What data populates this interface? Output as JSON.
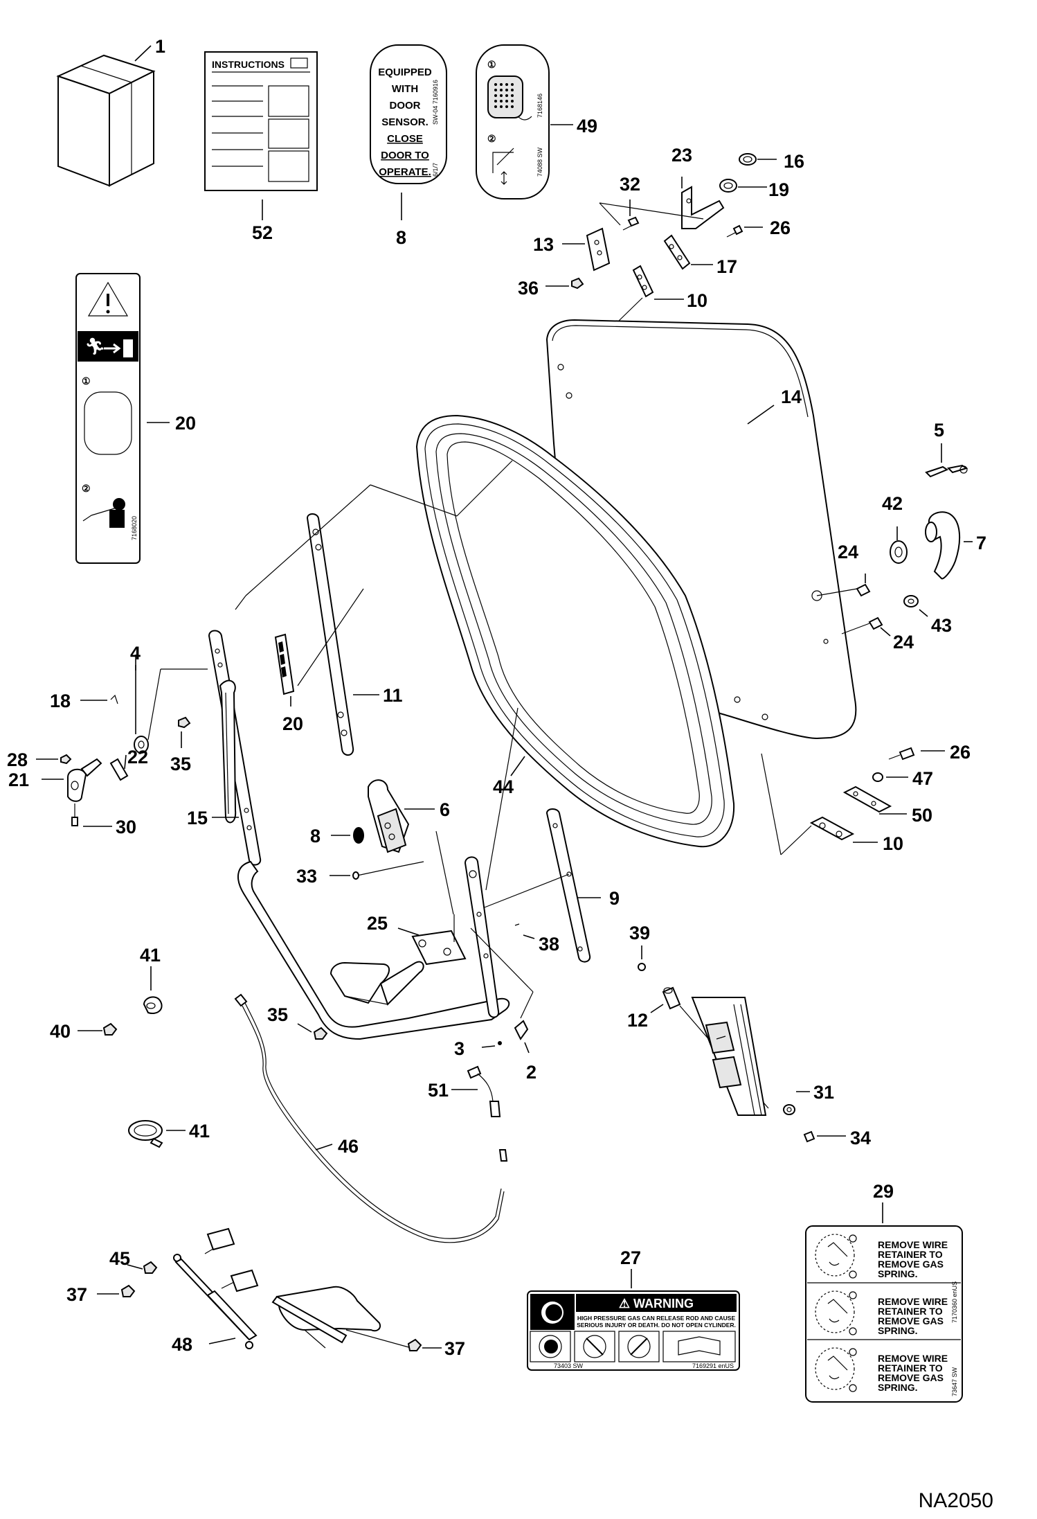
{
  "diagram_id": "NA2050",
  "callouts": {
    "c1": "1",
    "c52": "52",
    "c8a": "8",
    "c49": "49",
    "c23": "23",
    "c16": "16",
    "c19": "19",
    "c32": "32",
    "c26a": "26",
    "c13": "13",
    "c17": "17",
    "c36": "36",
    "c10a": "10",
    "c14": "14",
    "c20a": "20",
    "c5": "5",
    "c42": "42",
    "c7": "7",
    "c24a": "24",
    "c43": "43",
    "c24b": "24",
    "c4": "4",
    "c18": "18",
    "c11": "11",
    "c20b": "20",
    "c28": "28",
    "c22": "22",
    "c35a": "35",
    "c21": "21",
    "c30": "30",
    "c15": "15",
    "c26b": "26",
    "c47": "47",
    "c44": "44",
    "c6": "6",
    "c50": "50",
    "c8b": "8",
    "c10b": "10",
    "c33": "33",
    "c9": "9",
    "c25": "25",
    "c39": "39",
    "c38": "38",
    "c41a": "41",
    "c35b": "35",
    "c12": "12",
    "c40": "40",
    "c3": "3",
    "c2": "2",
    "c51": "51",
    "c31": "31",
    "c41b": "41",
    "c34": "34",
    "c46": "46",
    "c29": "29",
    "c27": "27",
    "c45": "45",
    "c37a": "37",
    "c48": "48",
    "c37b": "37"
  },
  "decal_instructions": {
    "title": "INSTRUCTIONS"
  },
  "decal_door_sensor": {
    "lines": [
      "EQUIPPED",
      "WITH",
      "DOOR",
      "SENSOR.",
      "CLOSE",
      "DOOR TO",
      "OPERATE."
    ],
    "part_no": "SW-04 7160916",
    "small": "6/1/7"
  },
  "decal_49": {
    "part_no_top": "7168146",
    "part_no_bottom": "74088 SW",
    "step1": "①",
    "step2": "②"
  },
  "decal_20": {
    "step1": "①",
    "step2": "②",
    "part_no": "7168020"
  },
  "decal_warning": {
    "heading": "⚠ WARNING",
    "line1": "HIGH PRESSURE GAS CAN RELEASE ROD AND CAUSE",
    "line2": "SERIOUS INJURY OR DEATH. DO NOT OPEN CYLINDER.",
    "code_left": "73403 SW",
    "code_right": "7169291 enUS"
  },
  "decal_gas_spring": {
    "rows": [
      {
        "text": [
          "REMOVE WIRE",
          "RETAINER TO",
          "REMOVE GAS",
          "SPRING."
        ]
      },
      {
        "text": [
          "REMOVE WIRE",
          "RETAINER TO",
          "REMOVE GAS",
          "SPRING."
        ]
      },
      {
        "text": [
          "REMOVE WIRE",
          "RETAINER TO",
          "REMOVE GAS",
          "SPRING."
        ]
      }
    ],
    "code_top": "7170360 enUS",
    "code_bottom": "73647 SW"
  },
  "colors": {
    "ink": "#000000",
    "paper": "#ffffff",
    "shade": "#e6e6e6"
  }
}
